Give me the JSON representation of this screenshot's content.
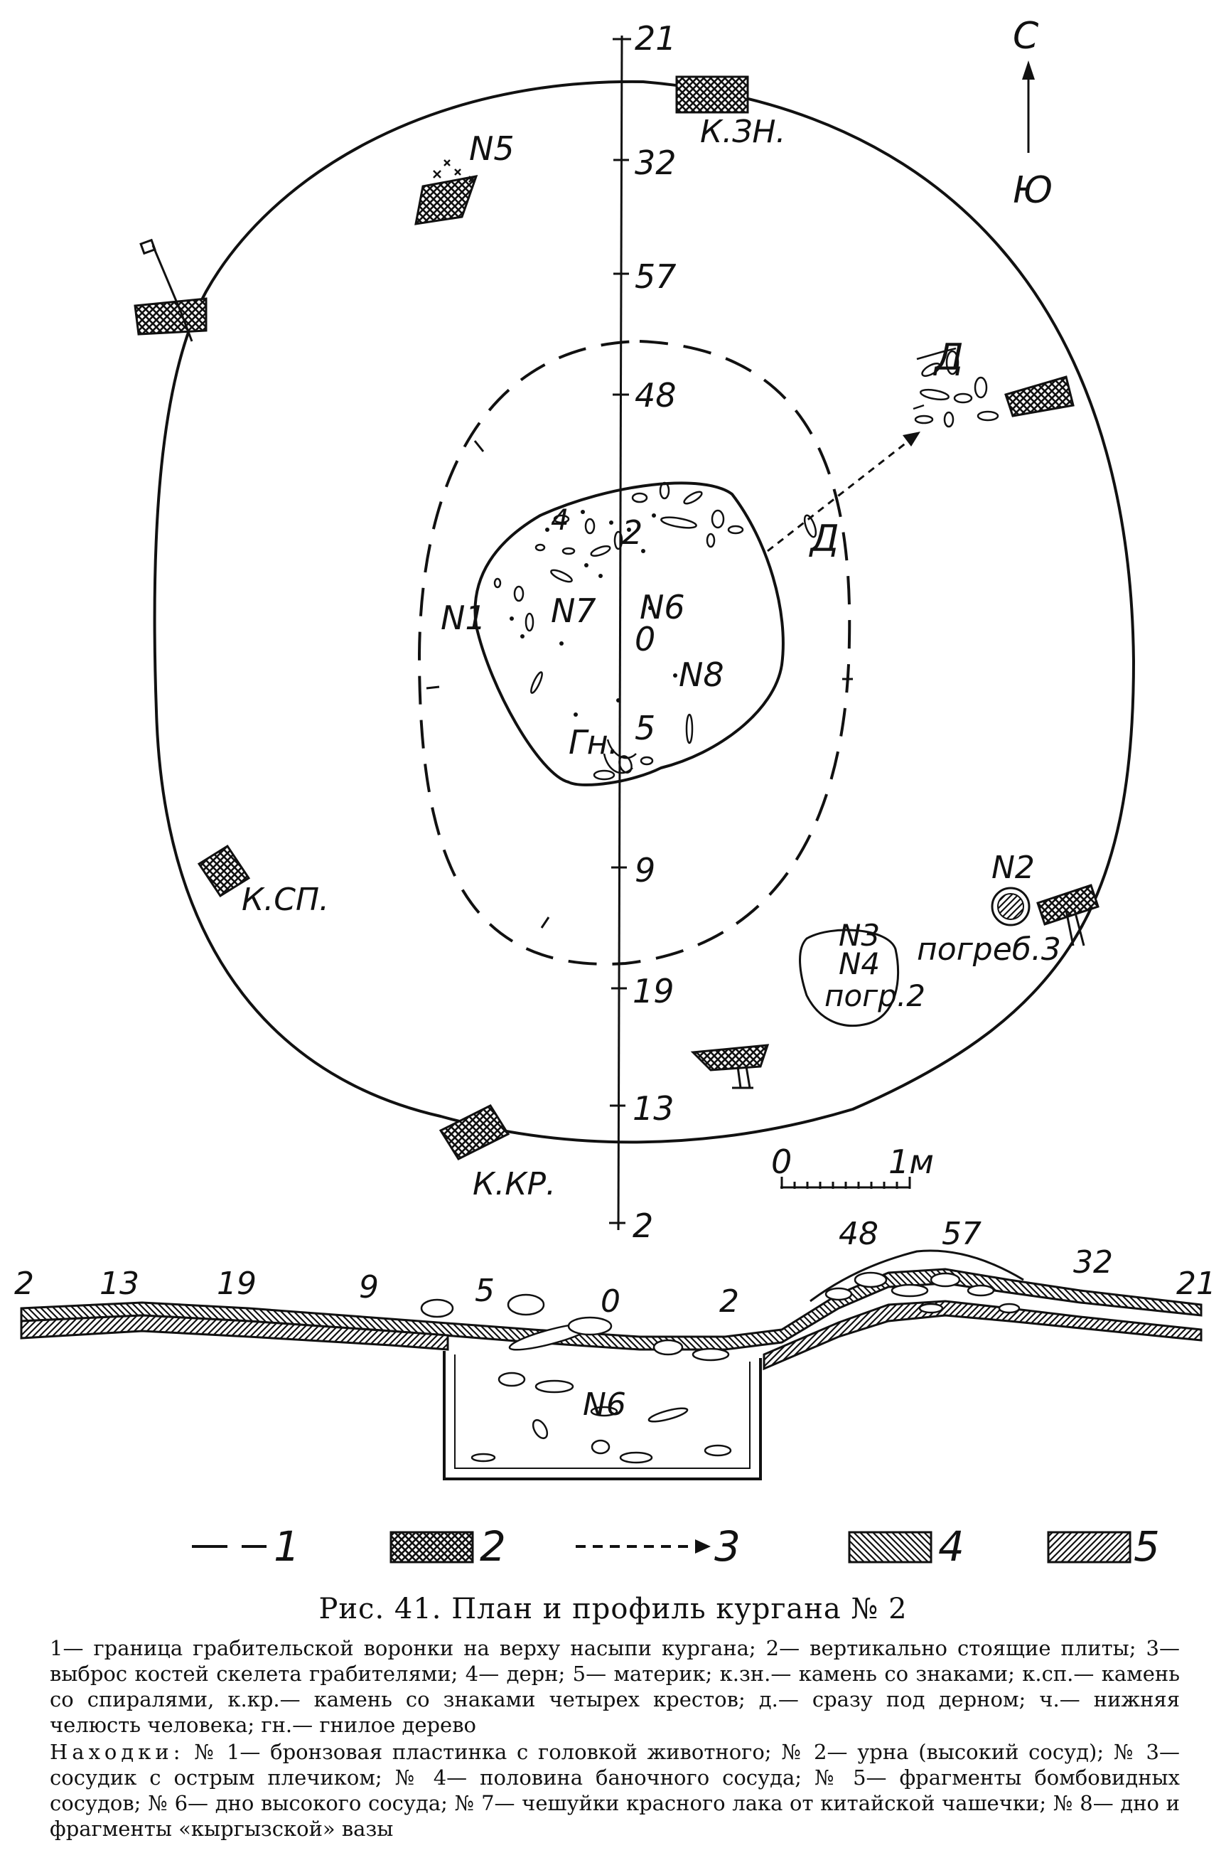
{
  "north_arrow": {
    "top": "С",
    "bottom": "Ю"
  },
  "axis_labels": [
    "21",
    "32",
    "57",
    "48",
    "2",
    "0",
    "5",
    "9",
    "19",
    "13",
    "2"
  ],
  "plan_labels": {
    "n1": "N1",
    "n2": "N2",
    "n3": "N3",
    "n4": "N4",
    "n5": "N5",
    "n6": "N6",
    "n7": "N7",
    "n8": "N8",
    "zero": "0",
    "four": "4",
    "gn": "Гн.",
    "d_upper": "Д",
    "d_lower": "Д",
    "kzn": "К.ЗН.",
    "ksp": "К.СП.",
    "kkr": "К.КР.",
    "pogreb3": "погреб.3",
    "pogr2": "погр.2"
  },
  "scale": {
    "start": "0",
    "end": "1м"
  },
  "profile_labels": [
    "2",
    "13",
    "19",
    "9",
    "5",
    "0",
    "2",
    "48",
    "57",
    "32",
    "21"
  ],
  "profile_pit_label": "N6",
  "legend": [
    "1",
    "2",
    "3",
    "4",
    "5"
  ],
  "caption": "Рис. 41. План и профиль кургана № 2",
  "legend_text": "1— граница грабительской воронки на верху насыпи кургана; 2— вертикально стоящие плиты; 3— выброс костей скелета грабителями; 4— дерн; 5— материк; к.зн.— камень со знаками; к.сп.— камень со спиралями, к.кр.— камень со знаками четырех крестов; д.— сразу под дерном; ч.— нижняя челюсть человека; гн.— гнилое дерево",
  "finds_heading": "Находки:",
  "finds_text": "№ 1— бронзовая пластинка с головкой животного; № 2— урна (высокий сосуд); № 3— сосудик с острым плечиком; № 4— половина баночного сосуда; № 5— фрагменты бомбовидных сосудов; № 6— дно высокого сосуда; № 7— чешуйки красного лака от китайской чашечки; № 8— дно и фрагменты «кыргызской» вазы"
}
